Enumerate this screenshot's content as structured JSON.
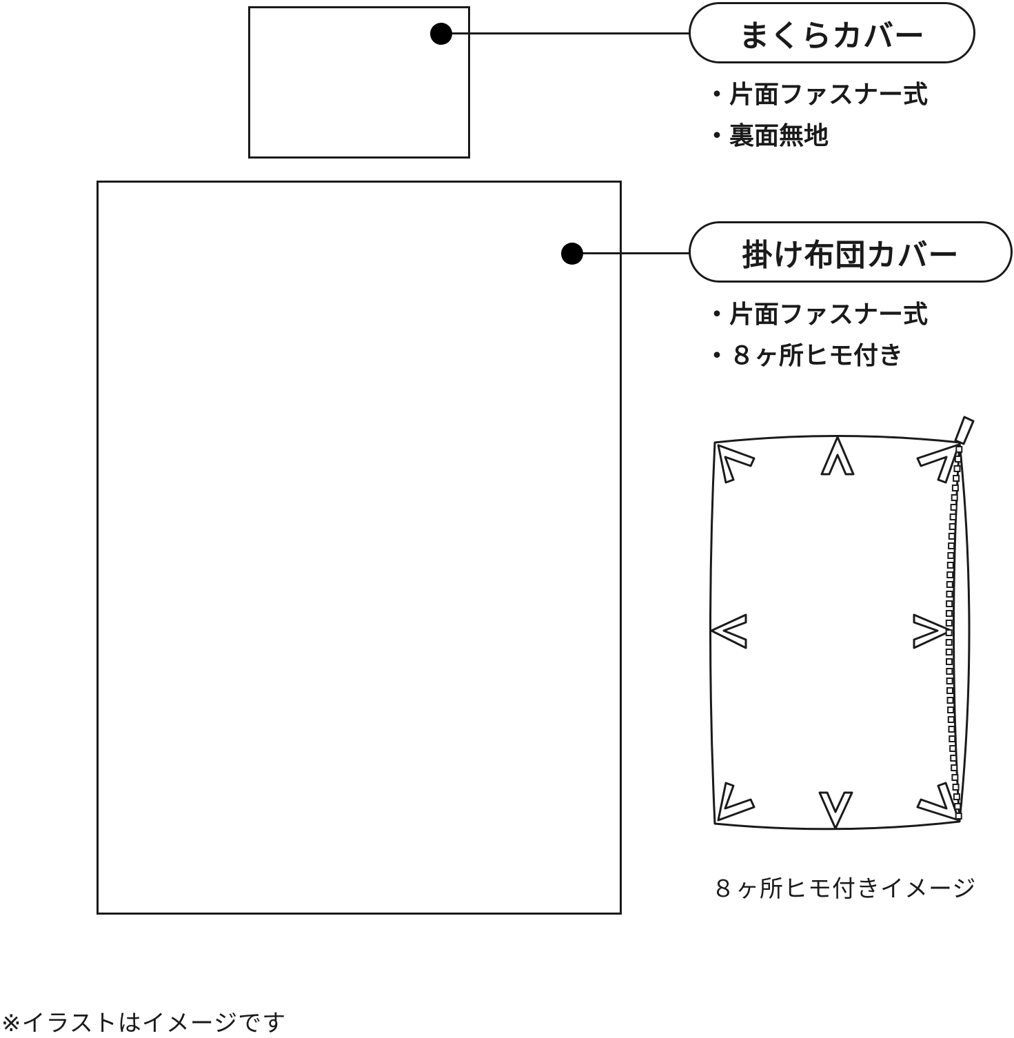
{
  "pillow_cover": {
    "label": "まくらカバー",
    "features": [
      "片面ファスナー式",
      "裏面無地"
    ]
  },
  "futon_cover": {
    "label": "掛け布団カバー",
    "features": [
      "片面ファスナー式",
      "８ヶ所ヒモ付き"
    ]
  },
  "tie_diagram": {
    "caption": "８ヶ所ヒモ付きイメージ"
  },
  "note": "※イラストはイメージです"
}
